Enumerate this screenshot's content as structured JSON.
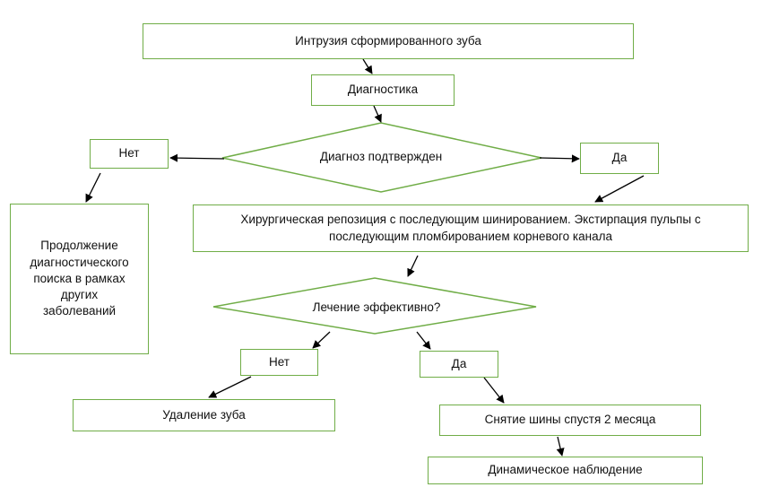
{
  "nodes": {
    "intrusion": "Интрузия сформированного зуба",
    "diagnostics": "Диагностика",
    "diagnosis_confirmed": "Диагноз подтвержден",
    "no_1": "Нет",
    "yes_1": "Да",
    "continue_search": "Продолжение диагностического поиска в рамках других заболеваний",
    "surgery_line1": "Хирургическая репозиция с последующим шинированием. Экстирпация пульпы с",
    "surgery_line2": "последующим пломбированием корневого канала",
    "treatment_effective": "Лечение эффективно?",
    "no_2": "Нет",
    "yes_2": "Да",
    "tooth_removal": "Удаление зуба",
    "splint_removal": "Снятие шины спустя 2 месяца",
    "dynamic_observation": "Динамическое наблюдение"
  },
  "colors": {
    "node_border": "#70ad47",
    "arrow": "#000000"
  }
}
